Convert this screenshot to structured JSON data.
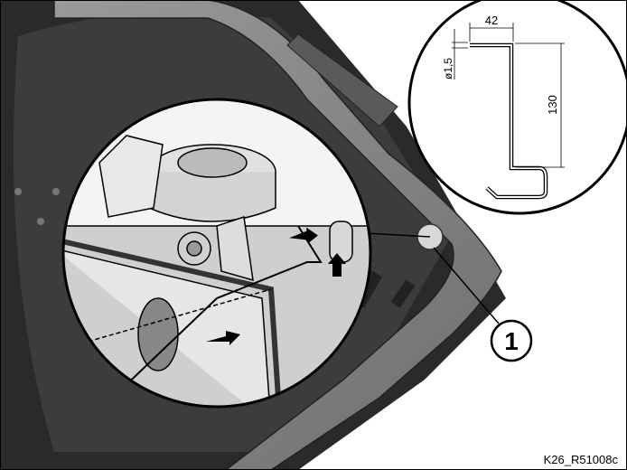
{
  "figure": {
    "inset": {
      "width_dim": "42",
      "height_dim": "130",
      "diameter_dim": "ø1,5"
    },
    "callout": "1",
    "reference_code": "K26_R51008c"
  }
}
